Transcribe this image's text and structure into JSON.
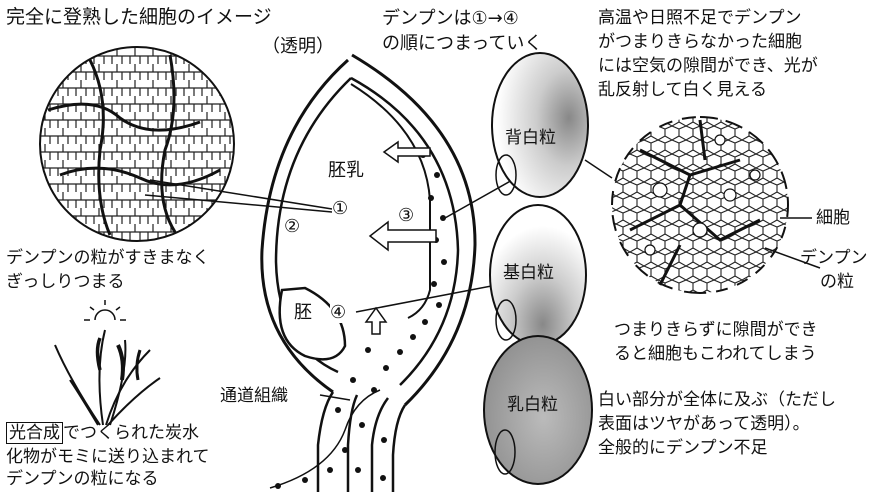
{
  "title": {
    "main": "完全に登熟した細胞のイメージ",
    "sub": "（透明）"
  },
  "order_note": [
    "デンプンは①→④",
    "の順につまっていく"
  ],
  "high_temp_note": [
    "高温や日照不足でデンプン",
    "がつまりきらなかった細胞",
    "には空気の隙間ができ、光が",
    "乱反射して白く見える"
  ],
  "labels": {
    "endosperm": "胚乳",
    "embryo": "胚",
    "vascular": "通道組織",
    "n1": "①",
    "n2": "②",
    "n3": "③",
    "n4": "④",
    "grain_back_white": "背白粒",
    "grain_base_white": "基白粒",
    "grain_milky_white": "乳白粒",
    "cell": "細胞",
    "starch_grain": [
      "デンプン",
      "の粒"
    ]
  },
  "packed_note": [
    "デンプンの粒がすきまなく",
    "ぎっしりつまる"
  ],
  "broken_note": [
    "つまりきらずに隙間ができ",
    "ると細胞もこわれてしまう"
  ],
  "milky_note": [
    "白い部分が全体に及ぶ（ただし",
    "表面はツヤがあって透明）。",
    "全般的にデンプン不足"
  ],
  "photosynthesis": {
    "boxed": "光合成",
    "rest_line1": "でつくられた炭水",
    "line2": "化物がモミに送り込まれて",
    "line3": "デンプンの粒になる"
  },
  "icons": [
    "sun-icon",
    "rice-plant-icon",
    "arrow-icon"
  ]
}
